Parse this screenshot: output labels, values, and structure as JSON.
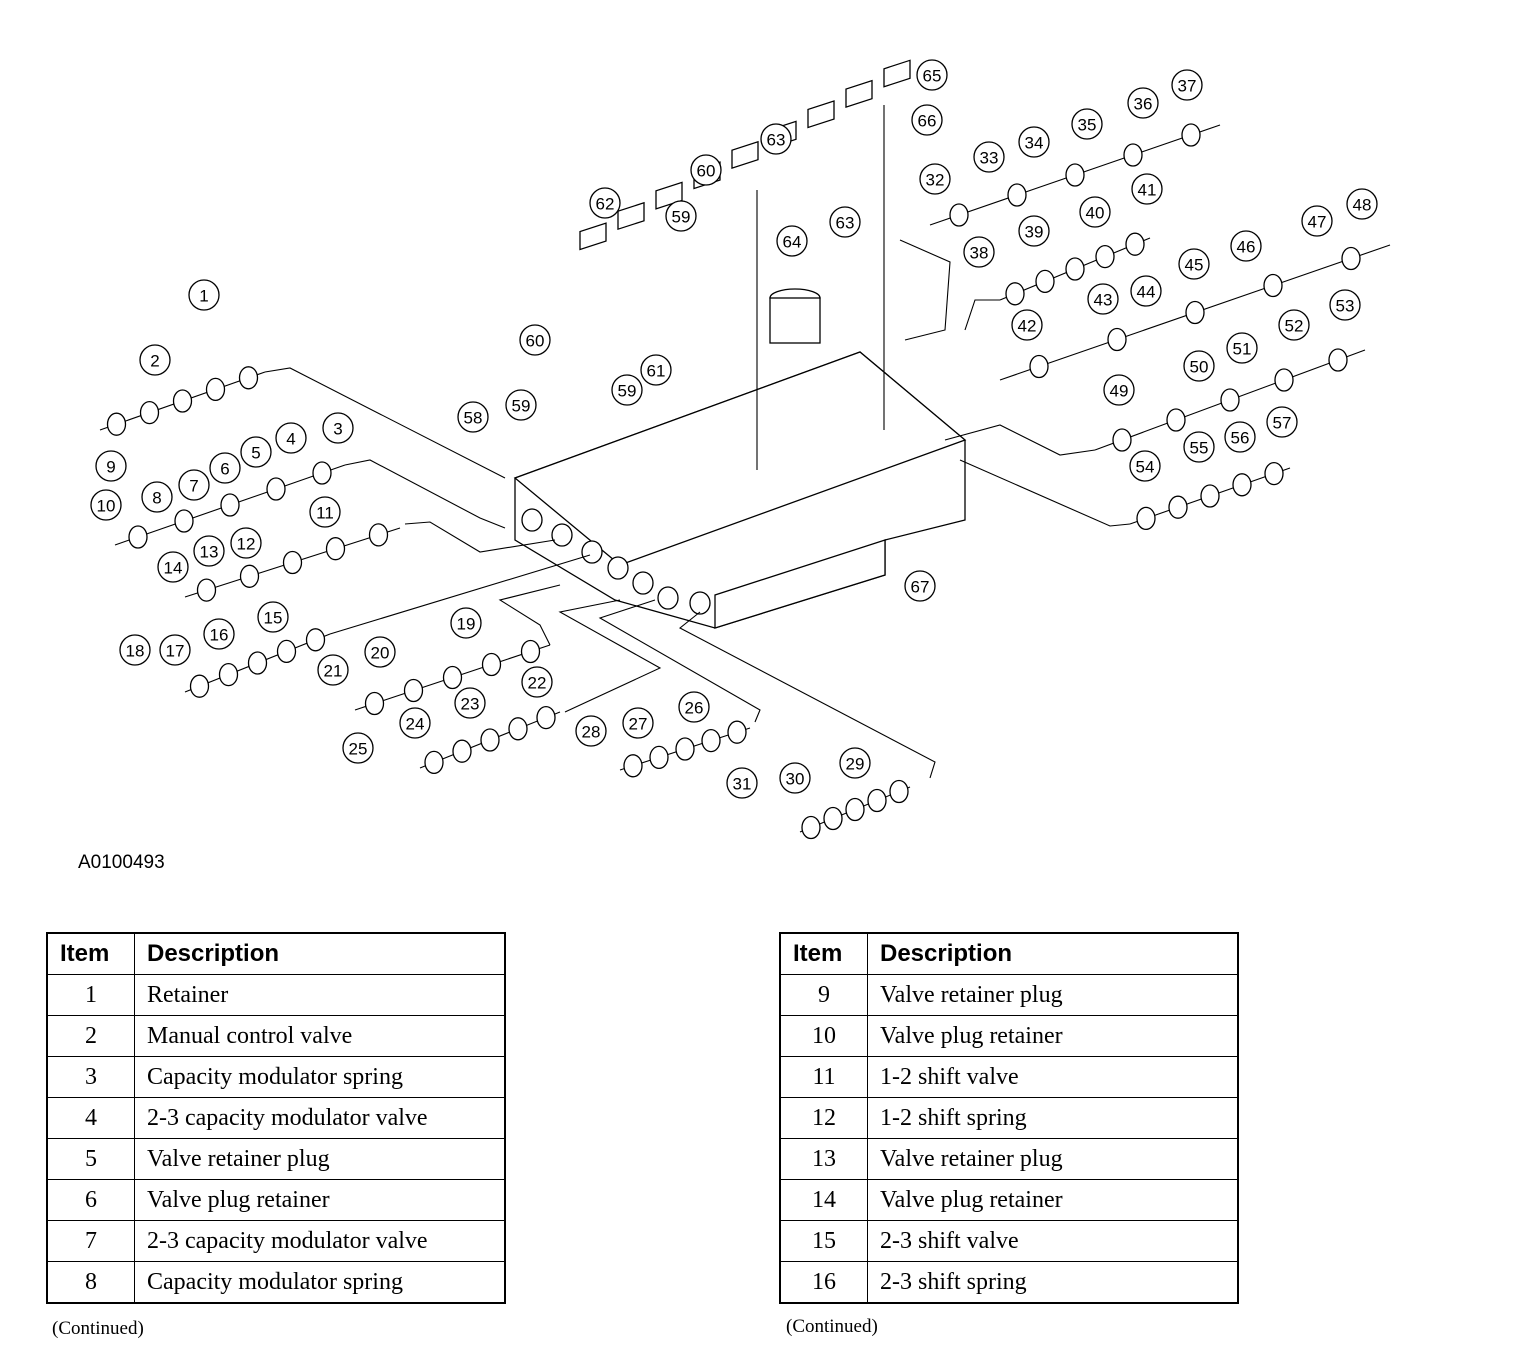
{
  "diagram": {
    "figure_id": "A0100493",
    "callouts": [
      "1",
      "2",
      "3",
      "4",
      "5",
      "6",
      "7",
      "8",
      "9",
      "10",
      "11",
      "12",
      "13",
      "14",
      "15",
      "16",
      "17",
      "18",
      "19",
      "20",
      "21",
      "22",
      "23",
      "24",
      "25",
      "26",
      "27",
      "28",
      "29",
      "30",
      "31",
      "32",
      "33",
      "34",
      "35",
      "36",
      "37",
      "38",
      "39",
      "40",
      "41",
      "42",
      "43",
      "44",
      "45",
      "46",
      "47",
      "48",
      "49",
      "50",
      "51",
      "52",
      "53",
      "54",
      "55",
      "56",
      "57",
      "58",
      "59",
      "59",
      "59",
      "60",
      "60",
      "61",
      "62",
      "63",
      "63",
      "64",
      "65",
      "66",
      "67"
    ]
  },
  "tables": [
    {
      "headers": [
        "Item",
        "Description"
      ],
      "rows": [
        [
          "1",
          "Retainer"
        ],
        [
          "2",
          "Manual control valve"
        ],
        [
          "3",
          "Capacity modulator spring"
        ],
        [
          "4",
          "2-3 capacity modulator valve"
        ],
        [
          "5",
          "Valve retainer plug"
        ],
        [
          "6",
          "Valve plug retainer"
        ],
        [
          "7",
          "2-3 capacity modulator valve"
        ],
        [
          "8",
          "Capacity modulator spring"
        ]
      ],
      "footer": "(Continued)"
    },
    {
      "headers": [
        "Item",
        "Description"
      ],
      "rows": [
        [
          "9",
          "Valve retainer plug"
        ],
        [
          "10",
          "Valve plug retainer"
        ],
        [
          "11",
          "1-2 shift valve"
        ],
        [
          "12",
          "1-2 shift spring"
        ],
        [
          "13",
          "Valve retainer plug"
        ],
        [
          "14",
          "Valve plug retainer"
        ],
        [
          "15",
          "2-3 shift valve"
        ],
        [
          "16",
          "2-3 shift spring"
        ]
      ],
      "footer": "(Continued)"
    }
  ]
}
